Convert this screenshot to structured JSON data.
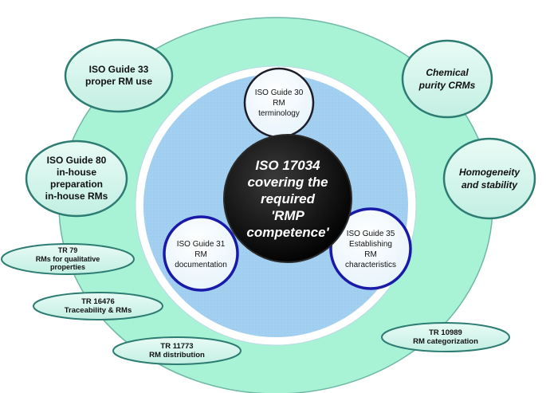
{
  "colors": {
    "outer_ring": "#a8f2d6",
    "outer_ring_stroke": "#6fb7a6",
    "inner_field": "#9fcdef",
    "inner_rim": "#ffffff",
    "satellite_fill": "#d7f5ef",
    "satellite_stroke": "#2d7c73",
    "blue_node_stroke": "#1a1aa8",
    "center_fill": "#000000",
    "center_text": "#ffffff"
  },
  "center": {
    "lines": [
      "ISO 17034",
      "covering the",
      "required",
      "'RMP",
      "competence'"
    ]
  },
  "inner_nodes": {
    "guide30": {
      "lines": [
        "ISO Guide 30",
        "RM",
        "terminology"
      ]
    },
    "guide31": {
      "lines": [
        "ISO Guide 31",
        "RM",
        "documentation"
      ]
    },
    "guide35": {
      "lines": [
        "ISO Guide 35",
        "Establishing",
        "RM",
        "characteristics"
      ]
    }
  },
  "outer_nodes": {
    "guide33": {
      "lines": [
        "ISO Guide 33",
        "proper RM use"
      ]
    },
    "guide80": {
      "lines": [
        "ISO Guide 80",
        "in-house",
        "preparation",
        "in-house RMs"
      ]
    },
    "chemical": {
      "lines": [
        "Chemical",
        "purity CRMs"
      ]
    },
    "homogeneity": {
      "lines": [
        "Homogeneity",
        "and stability"
      ]
    }
  },
  "tr_nodes": {
    "tr79": {
      "lines": [
        "TR 79",
        "RMs for qualitative",
        "properties"
      ]
    },
    "tr16476": {
      "lines": [
        "TR 16476",
        "Traceability & RMs"
      ]
    },
    "tr11773": {
      "lines": [
        "TR 11773",
        "RM distribution"
      ]
    },
    "tr10989": {
      "lines": [
        "TR 10989",
        "RM categorization"
      ]
    }
  }
}
